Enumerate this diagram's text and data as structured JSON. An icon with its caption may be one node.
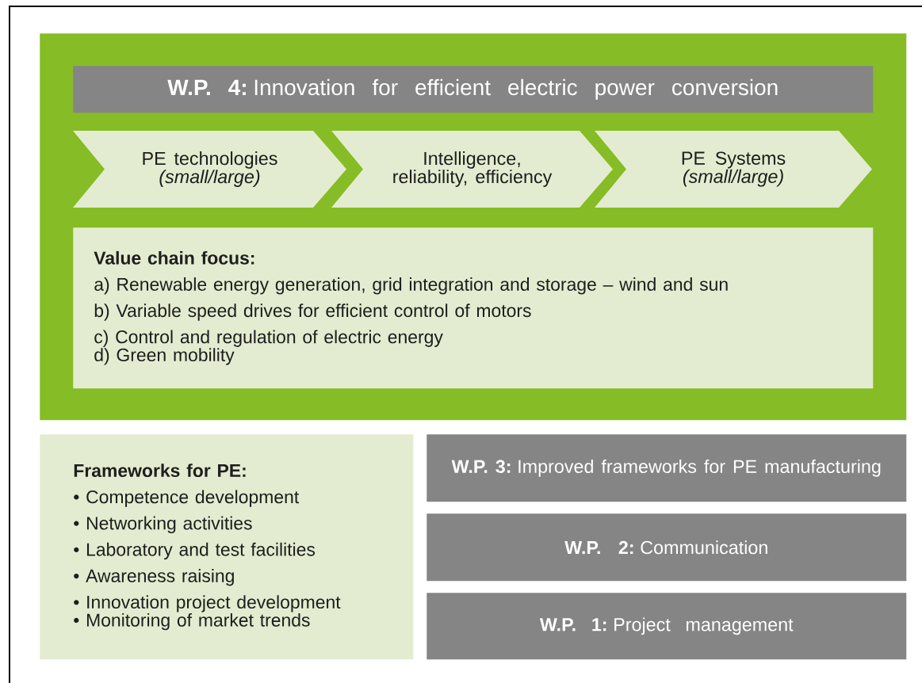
{
  "diagram": {
    "nodes": [
      {
        "text": [],
        "shape": "box"
      },
      {
        "text": [
          "**W.P. 4:** Innovation for efficient electric power conversion"
        ],
        "in": 0
      },
      {
        "text": [
          "PE technologies *(small/large)*"
        ],
        "in": 0
      },
      {
        "text": [
          "Intelligence, reliability, efficiency"
        ],
        "in": 0
      },
      {
        "text": [
          "PE Systems *(small/large)*"
        ],
        "in": 0
      },
      {
        "text": [
          "Value chain focus:",
          "a) Renewable energy generation, grid integration and storage – wind and sun",
          "b) Variable speed drives for efficient control of motors",
          "c) Control and regulation of electric energy",
          "d) Green mobility"
        ],
        "in": 0
      },
      {
        "text": [
          "Frameworks for PE:",
          "• Competence development",
          "• Networking activities",
          "• Laboratory and test facilities",
          "• Awareness raising",
          "• Innovation project development",
          "• Monitoring of market trends"
        ]
      },
      {
        "text": [
          "**W.P. 3:** Improved frameworks for PE manufacturing"
        ]
      },
      {
        "text": [
          "**W.P. 2:** Communication"
        ]
      },
      {
        "text": [
          "**W.P. 1:** Project management"
        ]
      }
    ],
    "edges": []
  }
}
